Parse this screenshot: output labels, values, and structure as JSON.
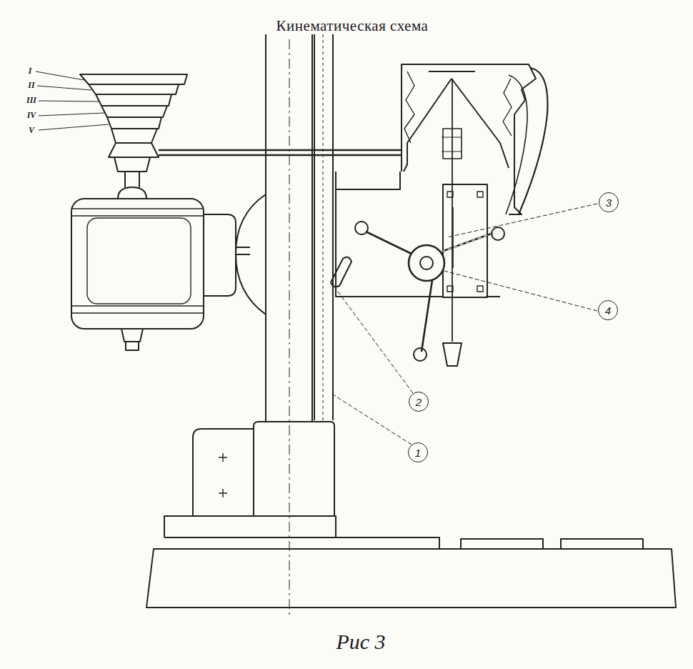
{
  "diagram": {
    "title": "Кинематическая схема",
    "caption": "Рис 3",
    "nodes": [
      {
        "text": [
          "3"
        ]
      },
      {
        "text": [
          "4"
        ]
      },
      {
        "text": [
          "2"
        ]
      },
      {
        "text": [
          "1"
        ]
      }
    ],
    "labels": [
      "I",
      "II",
      "III",
      "IV",
      "V"
    ]
  }
}
